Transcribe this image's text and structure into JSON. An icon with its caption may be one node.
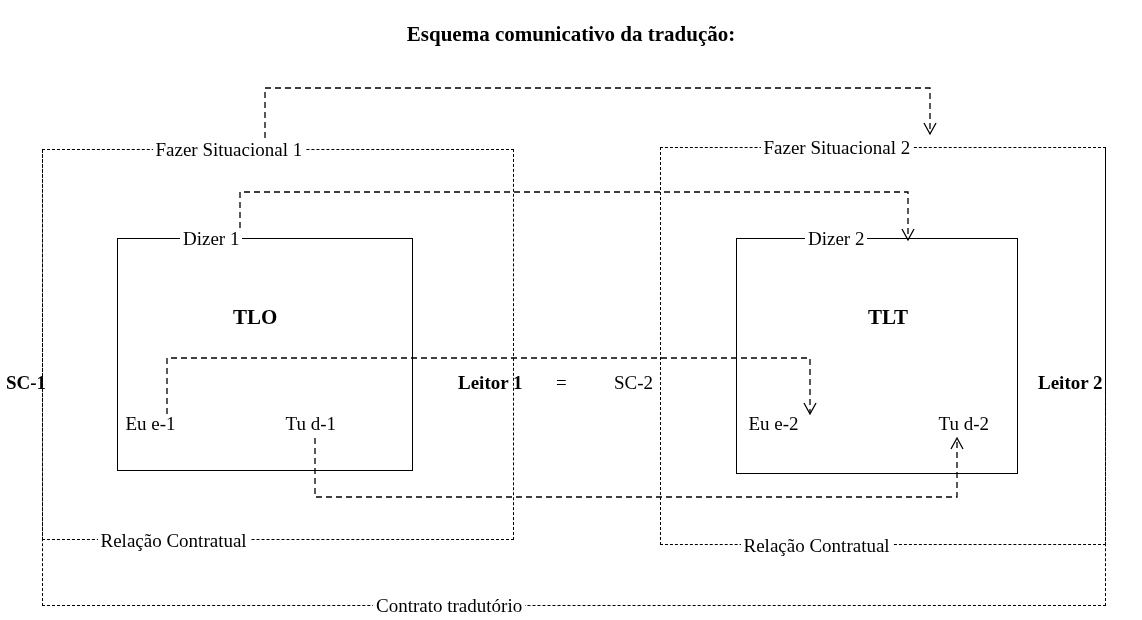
{
  "diagram": {
    "title": "Esquema comunicativo da tradução:",
    "nodes": [
      {
        "text": [
          "Contrato tradutório"
        ]
      },
      {
        "text": [
          "Fazer Situacional 1",
          "Relação Contratual"
        ],
        "in": 0
      },
      {
        "text": [
          "Dizer 1",
          "TLO"
        ],
        "in": 1
      },
      {
        "text": [
          "Eu e-1"
        ],
        "in": 2
      },
      {
        "text": [
          "Tu d-1"
        ],
        "in": 2
      },
      {
        "text": [
          "Fazer Situacional 2",
          "Relação Contratual"
        ],
        "in": 0
      },
      {
        "text": [
          "Dizer 2",
          "TLT"
        ],
        "in": 5
      },
      {
        "text": [
          "Eu e-2"
        ],
        "in": 6
      },
      {
        "text": [
          "Tu d-2"
        ],
        "in": 6
      }
    ],
    "edges": [
      {
        "from": 1,
        "to": 5,
        "arrow": "to",
        "style": "dashed"
      },
      {
        "from": 2,
        "to": 6,
        "arrow": "to",
        "style": "dashed"
      },
      {
        "from": 3,
        "to": 7,
        "arrow": "to",
        "style": "dashed"
      },
      {
        "from": 4,
        "to": 8,
        "arrow": "to",
        "style": "dashed"
      }
    ],
    "labels": [
      "SC-1",
      "Leitor 1",
      "=",
      "SC-2",
      "Leitor 2"
    ]
  }
}
